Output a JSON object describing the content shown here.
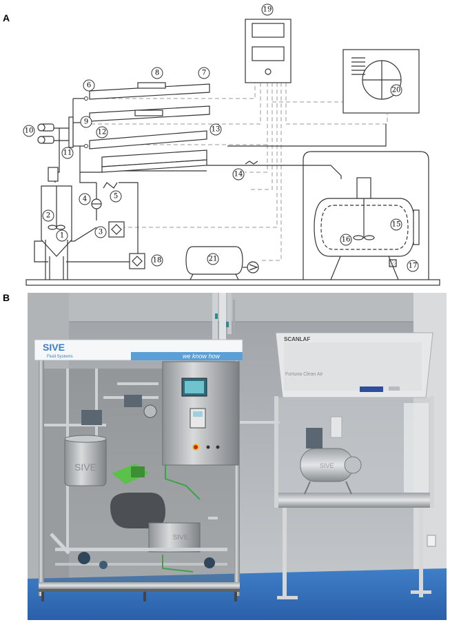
{
  "panel_a": {
    "label": "A",
    "components": [
      "1",
      "2",
      "3",
      "4",
      "5",
      "6",
      "7",
      "8",
      "9",
      "10",
      "11",
      "12",
      "13",
      "14",
      "15",
      "16",
      "17",
      "18",
      "19",
      "20",
      "21"
    ]
  },
  "panel_b": {
    "label": "B",
    "sive_logo": "SIVE",
    "sive_subtitle": "Fluid Systems",
    "slogan": "we know how",
    "tank_text": "SIVE",
    "skid_box_text": "SIVE",
    "hood_brand": "SCANLAF",
    "hood_model": "Fortuna Clean Air",
    "tank2_text": "SIVE"
  }
}
